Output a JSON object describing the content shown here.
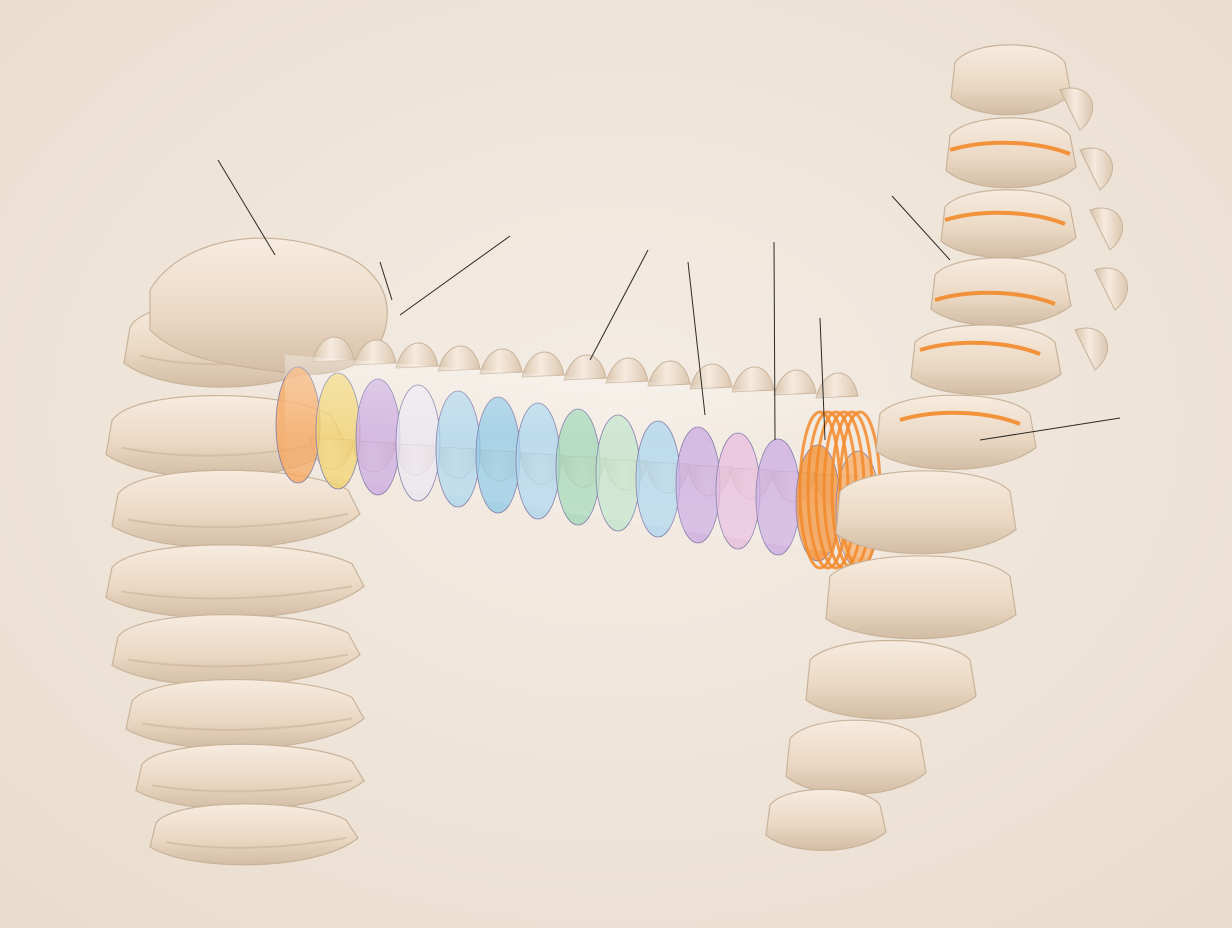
{
  "diagram": {
    "colors": {
      "background": "#f1e8df",
      "bone": "#efe1cf",
      "bone_shadow": "#c9b39a",
      "disc_orange": "#f28a2a",
      "disc_blue": "#8cc8e6",
      "disc_violet": "#c9a7e0",
      "disc_green": "#9fd6b5",
      "leader_line": "#2e2924"
    },
    "labels": [
      {
        "id": "l1",
        "lines": [
          "",
          "",
          ""
        ]
      },
      {
        "id": "l2",
        "lines": [
          "",
          ""
        ]
      },
      {
        "id": "l3",
        "lines": [
          "",
          "",
          "",
          ""
        ]
      },
      {
        "id": "l4",
        "lines": [
          "",
          "",
          ""
        ]
      },
      {
        "id": "l5",
        "lines": [
          "",
          "",
          ""
        ]
      },
      {
        "id": "l6",
        "lines": [
          "",
          "",
          ""
        ]
      },
      {
        "id": "l7",
        "lines": [
          "",
          ""
        ]
      },
      {
        "id": "l8",
        "lines": [
          "",
          "",
          ""
        ]
      },
      {
        "id": "l9",
        "lines": [
          "",
          ""
        ]
      }
    ]
  }
}
